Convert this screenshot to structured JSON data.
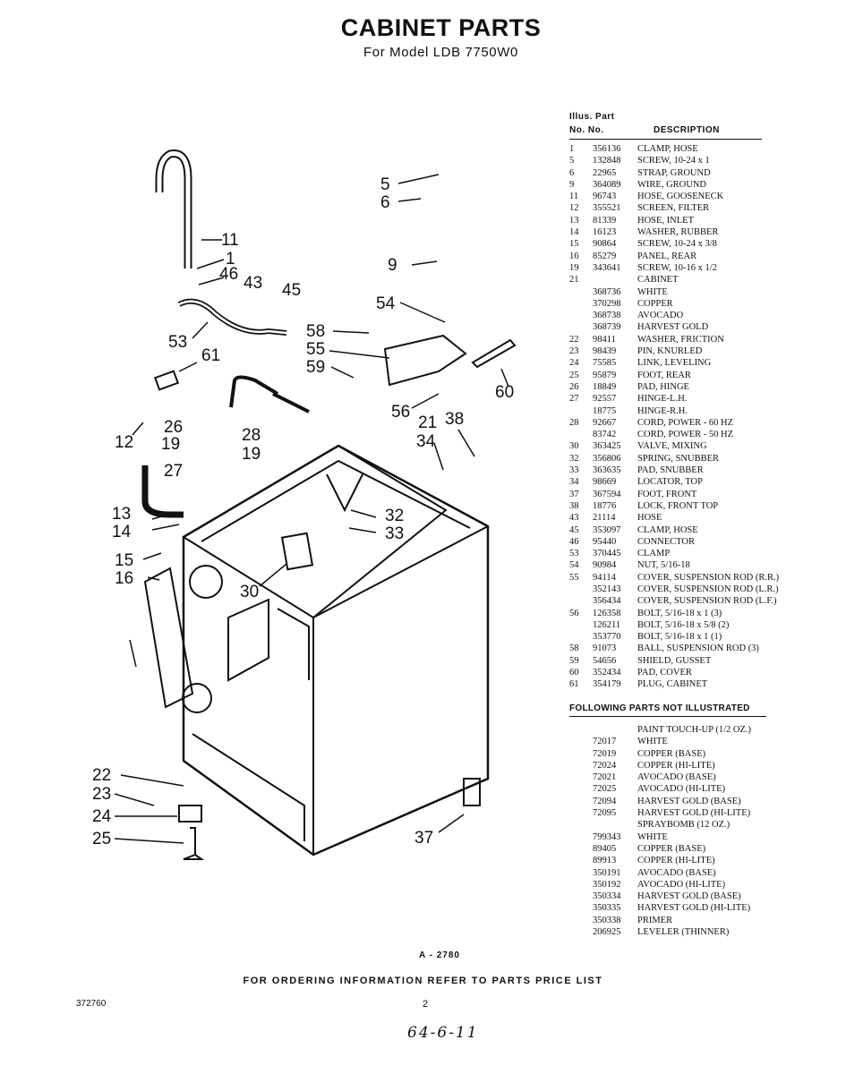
{
  "header": {
    "title": "CABINET PARTS",
    "subtitle": "For Model LDB 7750W0"
  },
  "table": {
    "header_line1": "Illus. Part",
    "header_col1": "No. No.",
    "header_desc": "DESCRIPTION",
    "rows": [
      {
        "illus": "1",
        "part": "356136",
        "desc": "CLAMP, HOSE"
      },
      {
        "illus": "5",
        "part": "132848",
        "desc": "SCREW, 10-24 x 1"
      },
      {
        "illus": "6",
        "part": "22965",
        "desc": "STRAP, GROUND"
      },
      {
        "illus": "9",
        "part": "364089",
        "desc": "WIRE, GROUND"
      },
      {
        "illus": "11",
        "part": "96743",
        "desc": "HOSE, GOOSENECK"
      },
      {
        "illus": "12",
        "part": "355521",
        "desc": "SCREEN, FILTER"
      },
      {
        "illus": "13",
        "part": "81339",
        "desc": "HOSE, INLET"
      },
      {
        "illus": "14",
        "part": "16123",
        "desc": "WASHER, RUBBER"
      },
      {
        "illus": "15",
        "part": "90864",
        "desc": "SCREW, 10-24 x 3/8"
      },
      {
        "illus": "16",
        "part": "85279",
        "desc": "PANEL, REAR"
      },
      {
        "illus": "19",
        "part": "343641",
        "desc": "SCREW, 10-16 x 1/2"
      },
      {
        "illus": "21",
        "part": "",
        "desc": "CABINET"
      },
      {
        "illus": "",
        "part": "368736",
        "desc": "WHITE"
      },
      {
        "illus": "",
        "part": "370298",
        "desc": "COPPER"
      },
      {
        "illus": "",
        "part": "368738",
        "desc": "AVOCADO"
      },
      {
        "illus": "",
        "part": "368739",
        "desc": "HARVEST GOLD"
      },
      {
        "illus": "22",
        "part": "98411",
        "desc": "WASHER, FRICTION"
      },
      {
        "illus": "23",
        "part": "98439",
        "desc": "PIN, KNURLED"
      },
      {
        "illus": "24",
        "part": "75585",
        "desc": "LINK, LEVELING"
      },
      {
        "illus": "25",
        "part": "95879",
        "desc": "FOOT, REAR"
      },
      {
        "illus": "26",
        "part": "18849",
        "desc": "PAD, HINGE"
      },
      {
        "illus": "27",
        "part": "92557",
        "desc": "HINGE-L.H."
      },
      {
        "illus": "",
        "part": "18775",
        "desc": "HINGE-R.H."
      },
      {
        "illus": "28",
        "part": "92667",
        "desc": "CORD, POWER - 60 HZ"
      },
      {
        "illus": "",
        "part": "83742",
        "desc": "CORD, POWER - 50 HZ"
      },
      {
        "illus": "30",
        "part": "363425",
        "desc": "VALVE, MIXING"
      },
      {
        "illus": "32",
        "part": "356806",
        "desc": "SPRING, SNUBBER"
      },
      {
        "illus": "33",
        "part": "363635",
        "desc": "PAD, SNUBBER"
      },
      {
        "illus": "34",
        "part": "98669",
        "desc": "LOCATOR, TOP"
      },
      {
        "illus": "37",
        "part": "367594",
        "desc": "FOOT, FRONT"
      },
      {
        "illus": "38",
        "part": "18776",
        "desc": "LOCK, FRONT TOP"
      },
      {
        "illus": "43",
        "part": "21114",
        "desc": "HOSE"
      },
      {
        "illus": "45",
        "part": "353097",
        "desc": "CLAMP, HOSE"
      },
      {
        "illus": "46",
        "part": "95440",
        "desc": "CONNECTOR"
      },
      {
        "illus": "53",
        "part": "370445",
        "desc": "CLAMP"
      },
      {
        "illus": "54",
        "part": "90984",
        "desc": "NUT, 5/16-18"
      },
      {
        "illus": "55",
        "part": "94114",
        "desc": "COVER, SUSPENSION ROD (R.R.)"
      },
      {
        "illus": "",
        "part": "352143",
        "desc": "COVER, SUSPENSION ROD (L.R.)"
      },
      {
        "illus": "",
        "part": "356434",
        "desc": "COVER, SUSPENSION ROD (L.F.)"
      },
      {
        "illus": "56",
        "part": "126358",
        "desc": "BOLT, 5/16-18 x 1 (3)"
      },
      {
        "illus": "",
        "part": "126211",
        "desc": "BOLT, 5/16-18 x 5/8 (2)"
      },
      {
        "illus": "",
        "part": "353770",
        "desc": "BOLT, 5/16-18 x 1 (1)"
      },
      {
        "illus": "58",
        "part": "91073",
        "desc": "BALL, SUSPENSION ROD (3)"
      },
      {
        "illus": "59",
        "part": "54656",
        "desc": "SHIELD, GUSSET"
      },
      {
        "illus": "60",
        "part": "352434",
        "desc": "PAD, COVER"
      },
      {
        "illus": "61",
        "part": "354179",
        "desc": "PLUG, CABINET"
      }
    ],
    "not_illustrated_heading": "FOLLOWING PARTS NOT ILLUSTRATED",
    "not_illustrated": [
      {
        "part": "",
        "desc": "PAINT TOUCH-UP (1/2 OZ.)"
      },
      {
        "part": "72017",
        "desc": "WHITE"
      },
      {
        "part": "72019",
        "desc": "COPPER (BASE)"
      },
      {
        "part": "72024",
        "desc": "COPPER (HI-LITE)"
      },
      {
        "part": "72021",
        "desc": "AVOCADO (BASE)"
      },
      {
        "part": "72025",
        "desc": "AVOCADO (HI-LITE)"
      },
      {
        "part": "72094",
        "desc": "HARVEST GOLD (BASE)"
      },
      {
        "part": "72095",
        "desc": "HARVEST GOLD (HI-LITE)"
      },
      {
        "part": "",
        "desc": "SPRAYBOMB (12 OZ.)"
      },
      {
        "part": "799343",
        "desc": "WHITE"
      },
      {
        "part": "89405",
        "desc": "COPPER (BASE)"
      },
      {
        "part": "89913",
        "desc": "COPPER (HI-LITE)"
      },
      {
        "part": "350191",
        "desc": "AVOCADO (BASE)"
      },
      {
        "part": "350192",
        "desc": "AVOCADO (HI-LITE)"
      },
      {
        "part": "350334",
        "desc": "HARVEST GOLD (BASE)"
      },
      {
        "part": "350335",
        "desc": "HARVEST GOLD (HI-LITE)"
      },
      {
        "part": "350338",
        "desc": "PRIMER"
      },
      {
        "part": "206925",
        "desc": "LEVELER (THINNER)"
      }
    ]
  },
  "diagram": {
    "callouts": [
      "5",
      "6",
      "9",
      "11",
      "1",
      "46",
      "43",
      "45",
      "53",
      "61",
      "58",
      "55",
      "59",
      "54",
      "60",
      "56",
      "21",
      "38",
      "34",
      "26",
      "19",
      "12",
      "28",
      "27",
      "13",
      "14",
      "32",
      "33",
      "15",
      "16",
      "30",
      "19",
      "22",
      "23",
      "24",
      "25",
      "37"
    ]
  },
  "footer": {
    "diagram_code": "A - 2780",
    "ordering_note": "FOR ORDERING INFORMATION REFER TO PARTS PRICE LIST",
    "doc_number": "372760",
    "page_number": "2",
    "handwritten_note": "64-6-11"
  }
}
